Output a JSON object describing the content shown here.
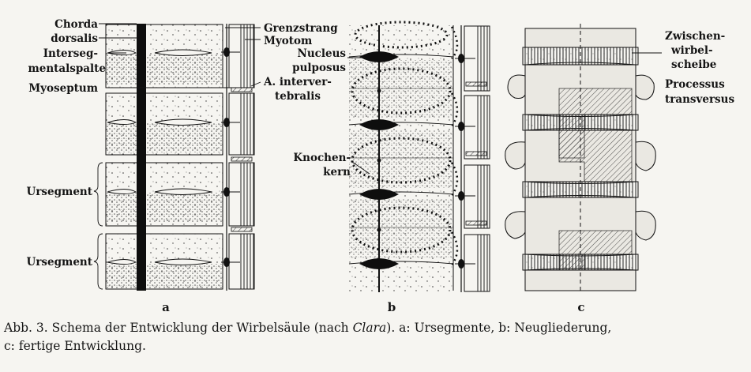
{
  "panels": {
    "a": {
      "letter": "a",
      "labels": {
        "chorda": "Chorda",
        "dorsalis": "dorsalis",
        "interseg": "Interseg-",
        "mentalspalte": "mentalspalte",
        "myoseptum": "Myoseptum",
        "ursegment1": "Ursegment",
        "ursegment2": "Ursegment",
        "grenzstrang": "Grenzstrang",
        "myotom": "Myotom",
        "a_interver": "A. interver-",
        "tebralis": "tebralis"
      }
    },
    "b": {
      "letter": "b",
      "labels": {
        "nucleus": "Nucleus",
        "pulposus": "pulposus",
        "knochen": "Knochen-",
        "kern": "kern"
      }
    },
    "c": {
      "letter": "c",
      "labels": {
        "zwischen": "Zwischen-",
        "wirbel": "wirbel-",
        "scheibe": "scheibe",
        "processus": "Processus",
        "transversus": "transversus"
      }
    }
  },
  "caption": {
    "part1": "Abb. 3.  Schema der Entwicklung der Wirbelsäule (nach ",
    "author": "Clara",
    "part2": ").  a: Ursegmente, b: Neugliederung,",
    "line2": "c:  fertige Entwicklung."
  }
}
